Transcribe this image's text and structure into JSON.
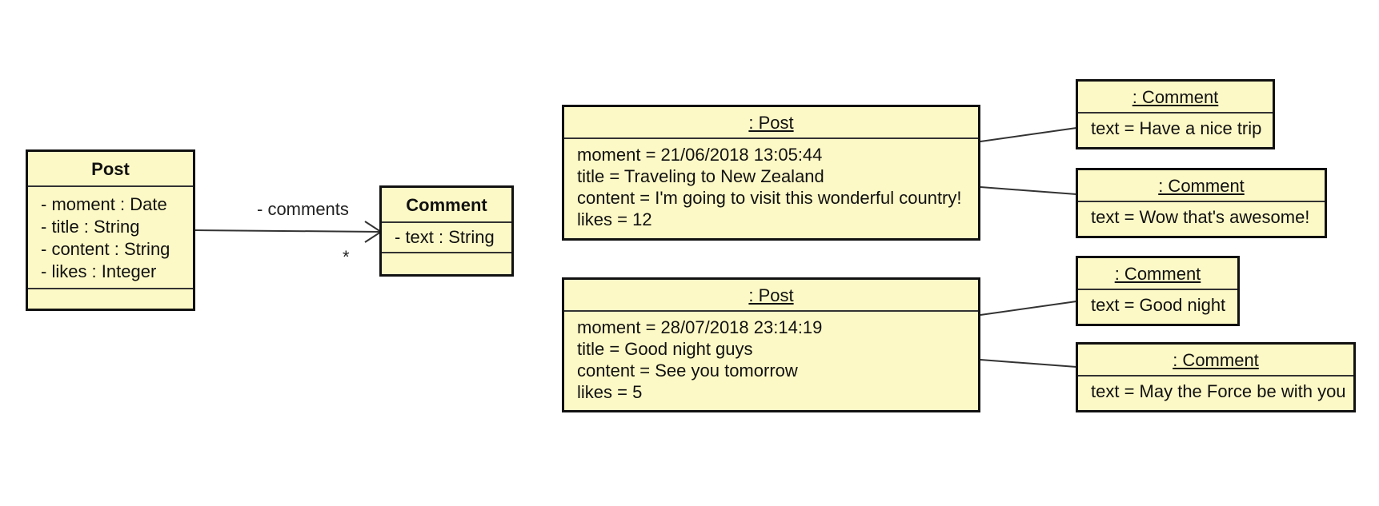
{
  "class_diagram": {
    "post_class": {
      "name": "Post",
      "attributes": [
        "- moment : Date",
        "- title : String",
        "- content : String",
        "- likes : Integer"
      ]
    },
    "comment_class": {
      "name": "Comment",
      "attributes": [
        "- text : String"
      ]
    },
    "association": {
      "role": "- comments",
      "multiplicity": "*"
    }
  },
  "object_diagram": {
    "posts": [
      {
        "title_label": ": Post",
        "slots": [
          "moment = 21/06/2018 13:05:44",
          "title = Traveling to New Zealand",
          "content = I'm going to visit this wonderful country!",
          "likes = 12"
        ],
        "comments": [
          {
            "title_label": ": Comment",
            "slot": "text = Have a nice trip"
          },
          {
            "title_label": ": Comment",
            "slot": "text = Wow that's awesome!"
          }
        ]
      },
      {
        "title_label": ": Post",
        "slots": [
          "moment = 28/07/2018 23:14:19",
          "title = Good night guys",
          "content = See you tomorrow",
          "likes = 5"
        ],
        "comments": [
          {
            "title_label": ": Comment",
            "slot": "text = Good night"
          },
          {
            "title_label": ": Comment",
            "slot": "text = May the Force be with you"
          }
        ]
      }
    ]
  }
}
